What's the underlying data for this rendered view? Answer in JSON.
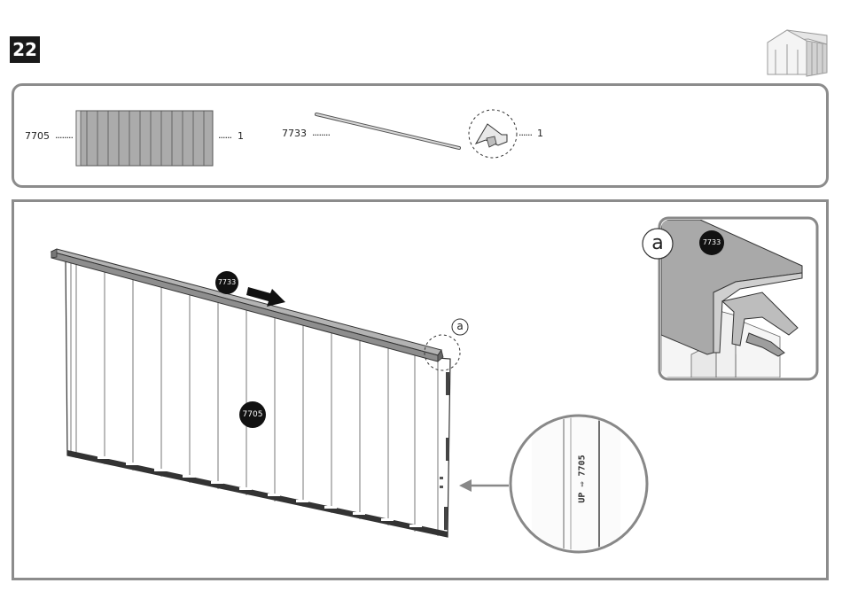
{
  "step": {
    "number": "22"
  },
  "parts": [
    {
      "code": "7705",
      "dots": "........",
      "qty_dots": "......",
      "qty": "1"
    },
    {
      "code": "7733",
      "dots": "........",
      "qty_dots": "......",
      "qty": "1"
    }
  ],
  "diagram": {
    "rail_tag": "7733",
    "wall_tag": "7705",
    "detail_marker": "a",
    "detail_tag": "7733",
    "zoom_text": "UP ⇨ 7705"
  },
  "colors": {
    "panel_border": "#8c8c8c",
    "rail_fill": "#b3b3b3",
    "wall_fill": "#a9a9a9",
    "tag_fill": "#111111"
  }
}
